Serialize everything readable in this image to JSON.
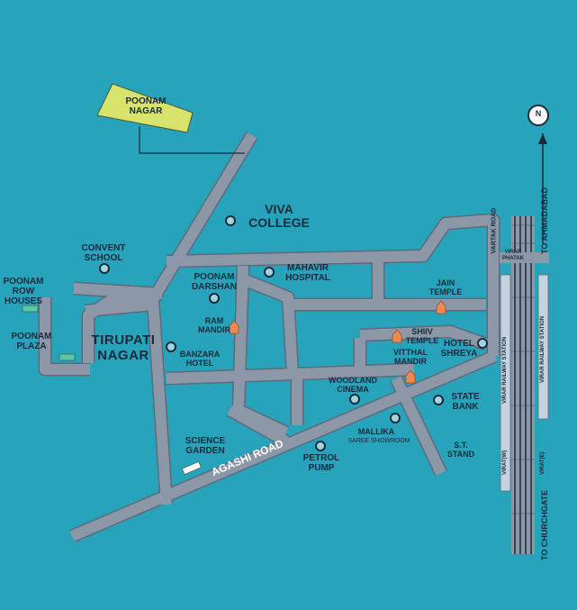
{
  "colors": {
    "background": "#27a3bc",
    "road": "#8c98a7",
    "road_edge": "#5d6b7a",
    "text": "#1a2a3a",
    "highlight_area": "#d7e36a",
    "marker_fill": "#9fd6e0",
    "temple": "#e98a57",
    "building": "#5ec5a8"
  },
  "north": "N",
  "labels": {
    "poonam_nagar": "POONAM\nNAGAR",
    "viva_college": "VIVA\nCOLLEGE",
    "convent_school": "CONVENT\nSCHOOL",
    "poonam_darshan": "POONAM\nDARSHAN",
    "mahavir_hospital": "MAHAVIR\nHOSPITAL",
    "poonam_row_houses": "POONAM\nROW HOUSES",
    "poonam_plaza": "POONAM\nPLAZA",
    "tirupati_nagar": "TIRUPATI\nNAGAR",
    "ram_mandir": "RAM\nMANDIR",
    "banzara_hotel": "BANZARA\nHOTEL",
    "jain_temple": "JAIN\nTEMPLE",
    "shiiv_temple": "SHIIV\nTEMPLE",
    "vitthal_mandir": "VITTHAL\nMANDIR",
    "hotel_shreya": "HOTEL\nSHREYA",
    "woodland_cinema": "WOODLAND\nCINEMA",
    "state_bank": "STATE\nBANK",
    "mallika": "MALLIKA",
    "saree_showroom": "SAREE SHOWROOM",
    "st_stand": "S.T.\nSTAND",
    "science_garden": "SCIENCE\nGARDEN",
    "petrol_pump": "PETROL\nPUMP",
    "agashi_road": "AGASHI ROAD",
    "vartak_road": "VARTAK ROAD",
    "virar_phatak": "VIRAR\nPHATAK",
    "to_ahmadabad": "TO AHMADABAD",
    "to_churchgate": "TO CHURCHGATE",
    "virar_station_1": "VIRAR RAILWAY STATION",
    "virar_station_2": "VIRAR RAILWAY STATION",
    "virar_w": "VIRAT(W)",
    "virar_e": "VIRAT(E)"
  }
}
